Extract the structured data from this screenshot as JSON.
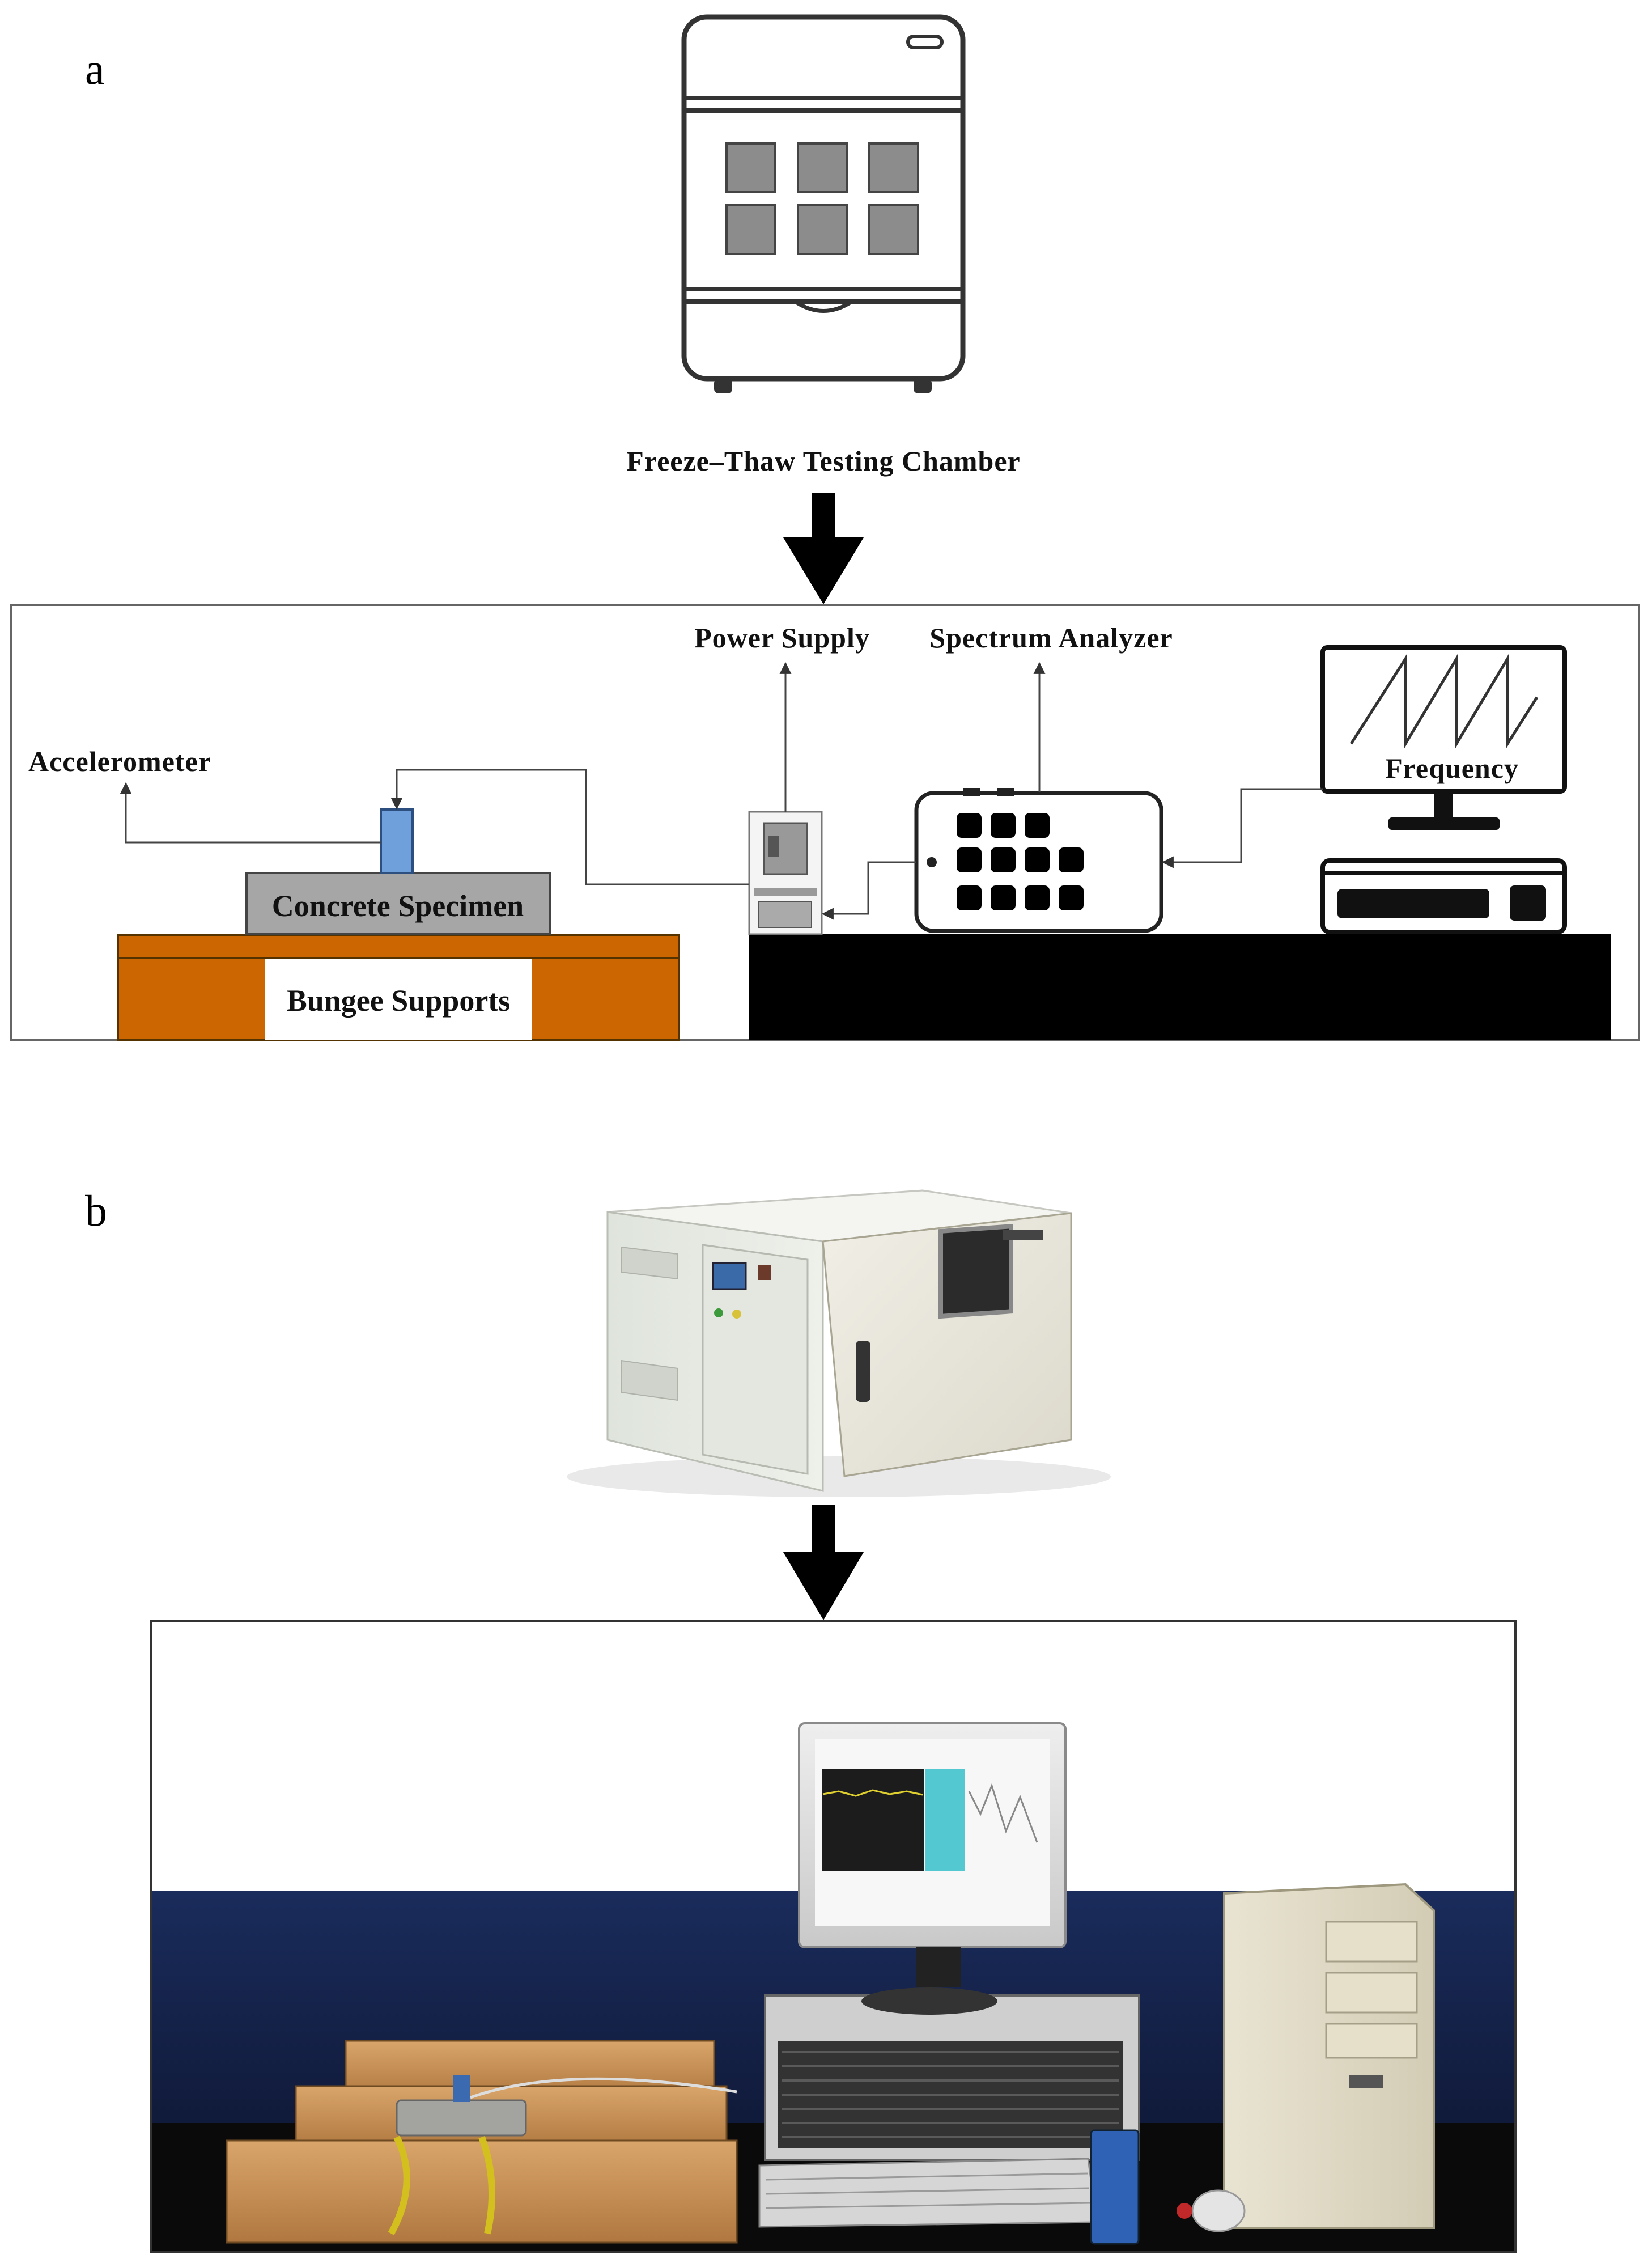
{
  "panel_a": {
    "label": "a",
    "chamber_label": "Freeze–Thaw Testing Chamber",
    "labels": {
      "power_supply": "Power Supply",
      "spectrum_analyzer": "Spectrum Analyzer",
      "accelerometer": "Accelerometer",
      "frequency": "Frequency",
      "concrete_specimen": "Concrete Specimen",
      "bungee_supports": "Bungee Supports"
    }
  },
  "panel_b": {
    "label": "b"
  },
  "colors": {
    "bungee_orange": "#cc6600",
    "specimen_gray": "#a6a6a6",
    "accelerometer_blue": "#6fa0dc",
    "table_black": "#000000",
    "bench_blue": "#15224a",
    "wood": "#c8935a"
  }
}
